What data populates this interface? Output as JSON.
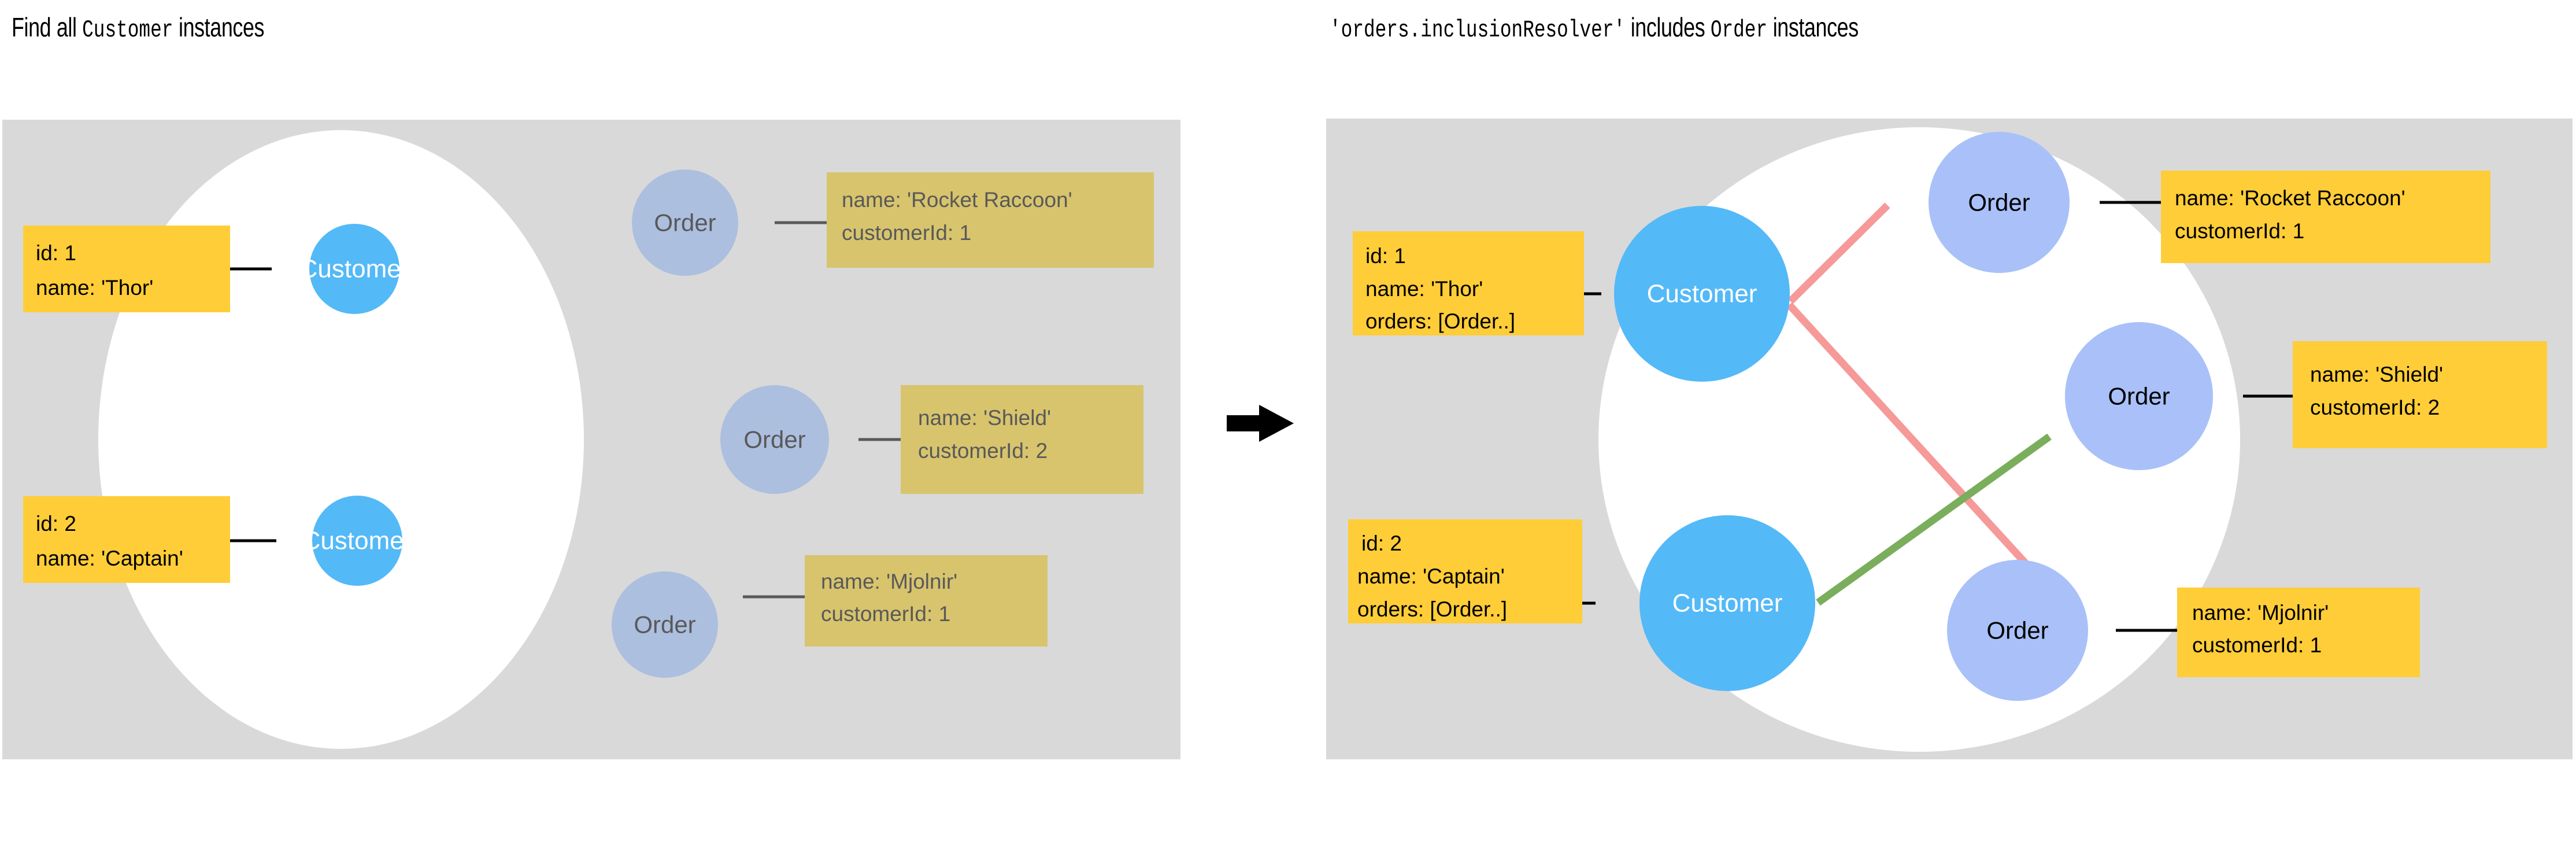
{
  "panels": {
    "left": {
      "title_prefix": "Find all ",
      "title_code": "Customer",
      "title_suffix": " instances",
      "customers": [
        {
          "circle_label": "Customer",
          "lines": [
            "id: 1",
            "name: 'Thor'"
          ]
        },
        {
          "circle_label": "Customer",
          "lines": [
            "id: 2",
            "name: 'Captain'"
          ]
        }
      ],
      "orders": [
        {
          "circle_label": "Order",
          "lines": [
            "name:  'Rocket Raccoon'",
            "customerId: 1"
          ]
        },
        {
          "circle_label": "Order",
          "lines": [
            "name:  'Shield'",
            "customerId: 2"
          ]
        },
        {
          "circle_label": "Order",
          "lines": [
            "name:  'Mjolnir'",
            "customerId: 1"
          ]
        }
      ]
    },
    "right": {
      "title_code_1": "'orders.inclusionResolver'",
      "title_mid": " includes ",
      "title_code_2": "Order",
      "title_suffix": " instances",
      "customers": [
        {
          "circle_label": "Customer",
          "lines": [
            "id: 1",
            "name: 'Thor'",
            "orders: [Order..]"
          ]
        },
        {
          "circle_label": "Customer",
          "lines": [
            "id: 2",
            " name: 'Captain'",
            "orders: [Order..]"
          ]
        }
      ],
      "orders": [
        {
          "circle_label": "Order",
          "lines": [
            "name:  'Rocket Raccoon'",
            "customerId: 1"
          ]
        },
        {
          "circle_label": "Order",
          "lines": [
            "name:  'Shield'",
            "customerId: 2"
          ]
        },
        {
          "circle_label": "Order",
          "lines": [
            "name:  'Mjolnir'",
            "customerId: 1"
          ]
        }
      ]
    }
  },
  "transition": {
    "arrow_glyph": "right-arrow"
  },
  "colors": {
    "panel_background": "#d9d9d9",
    "lens": "#ffffff",
    "customer_circle": "#54b9f7",
    "order_circle_dim": "#adbfdf",
    "order_circle_active": "#a9c1f8",
    "box_active": "#ffcd38",
    "box_dim": "#d7c46d",
    "relation_pink": "#f69999",
    "relation_green": "#7aae5c"
  }
}
